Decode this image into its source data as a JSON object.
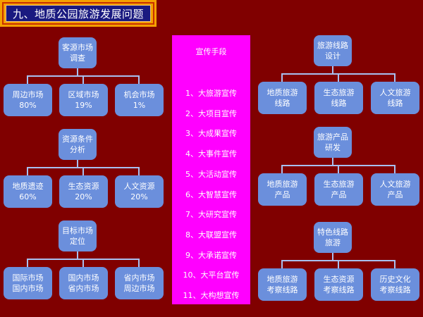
{
  "title": "九、地质公园旅游发展问题",
  "left_trees": [
    {
      "parent": [
        "客源市场",
        "调查"
      ],
      "children": [
        [
          "周边市场",
          "80%"
        ],
        [
          "区域市场",
          "19%"
        ],
        [
          "机会市场",
          "1%"
        ]
      ]
    },
    {
      "parent": [
        "资源条件",
        "分析"
      ],
      "children": [
        [
          "地质遗迹",
          "60%"
        ],
        [
          "生态资源",
          "20%"
        ],
        [
          "人文资源",
          "20%"
        ]
      ]
    },
    {
      "parent": [
        "目标市场",
        "定位"
      ],
      "children": [
        [
          "国际市场",
          "国内市场"
        ],
        [
          "国内市场",
          "省内市场"
        ],
        [
          "省内市场",
          "周边市场"
        ]
      ]
    }
  ],
  "right_trees": [
    {
      "parent": [
        "旅游线路",
        "设计"
      ],
      "children": [
        [
          "地质旅游",
          "线路"
        ],
        [
          "生态旅游",
          "线路"
        ],
        [
          "人文旅游",
          "线路"
        ]
      ]
    },
    {
      "parent": [
        "旅游产品",
        "研发"
      ],
      "children": [
        [
          "地质旅游",
          "产品"
        ],
        [
          "生态旅游",
          "产品"
        ],
        [
          "人文旅游",
          "产品"
        ]
      ]
    },
    {
      "parent": [
        "特色线路",
        "旅游"
      ],
      "children": [
        [
          "地质旅游",
          "考察线路"
        ],
        [
          "生态资源",
          "考察线路"
        ],
        [
          "历史文化",
          "考察线路"
        ]
      ]
    }
  ],
  "promotion": {
    "title": "宣传手段",
    "items": [
      "1、大旅游宣传",
      "2、大项目宣传",
      "3、大成果宣传",
      "4、大事件宣传",
      "5、大活动宣传",
      "6、大智慧宣传",
      "7、大研究宣传",
      "8、大联盟宣传",
      "9、大承诺宣传",
      "10、大平台宣传",
      "11、大构想宣传"
    ]
  },
  "colors": {
    "background": "#800000",
    "box": "#6b8fdc",
    "connector": "#a8c0f0",
    "panel": "#ff00ff",
    "title_bg": "#1a1a80",
    "title_border": "#f5a000"
  }
}
